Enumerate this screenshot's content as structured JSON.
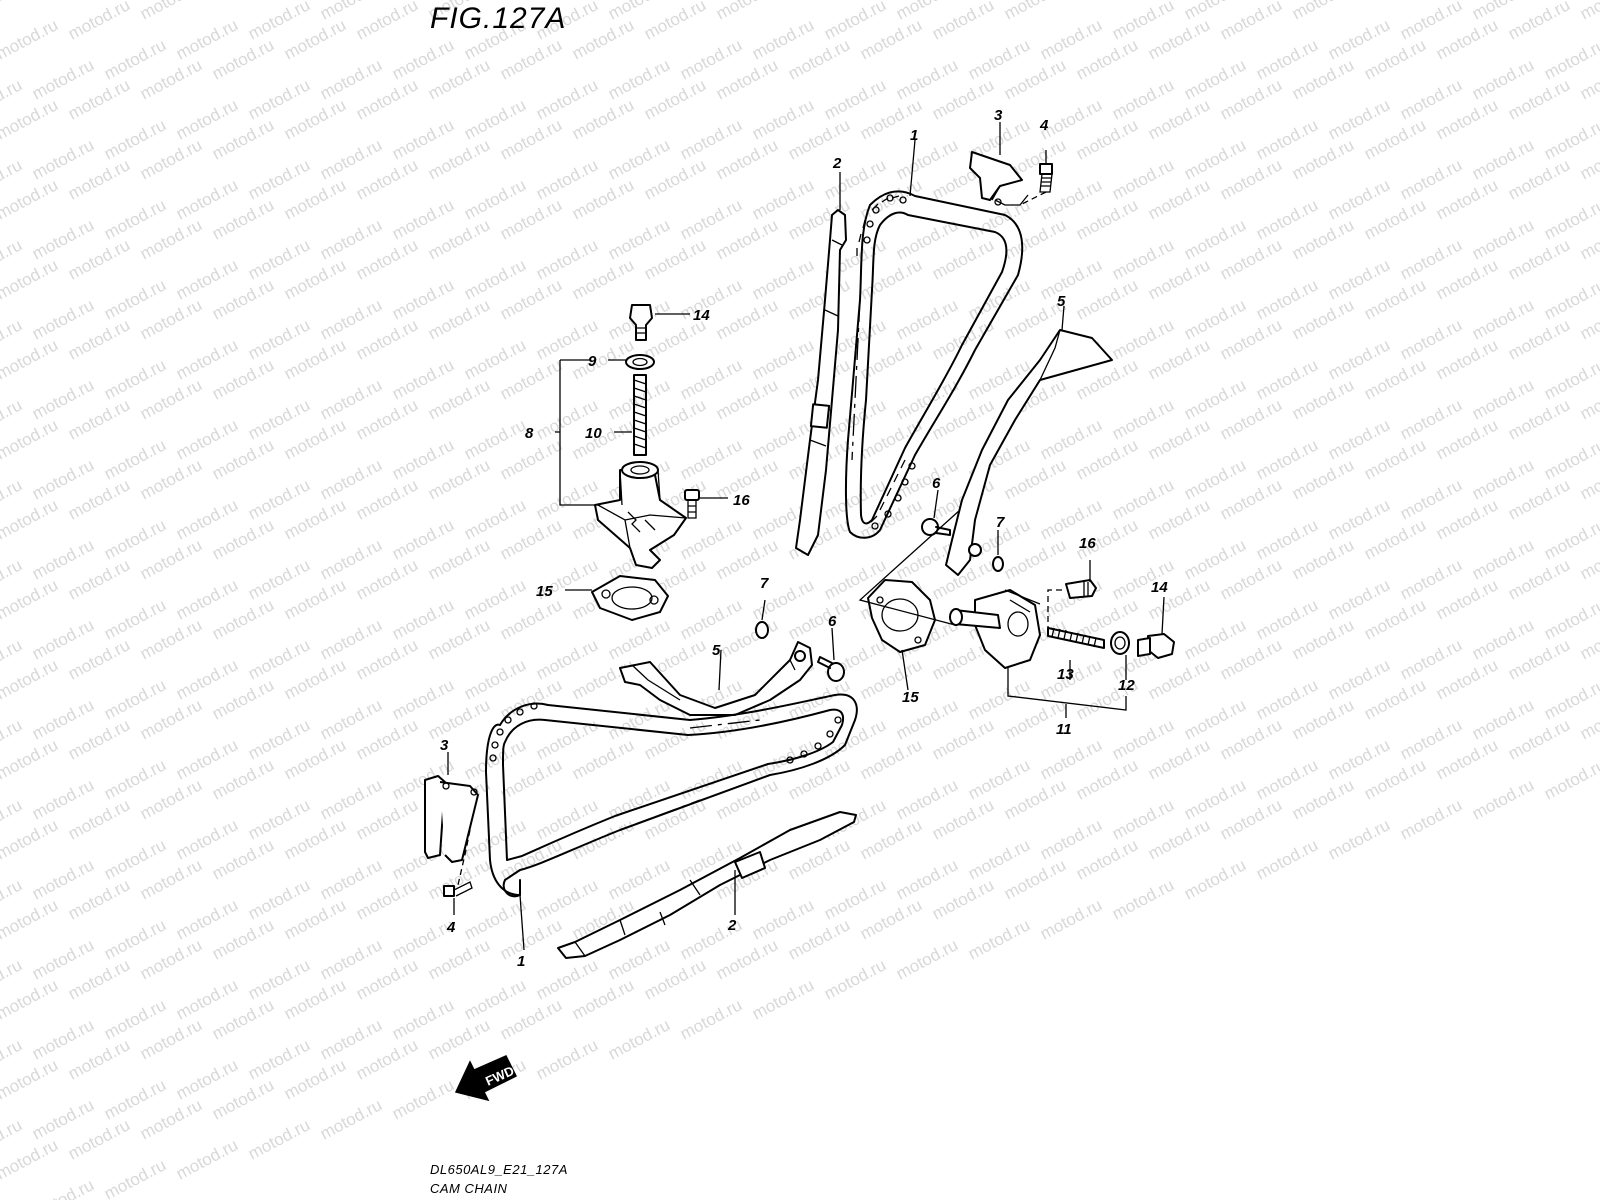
{
  "figure": {
    "title": "FIG.127A",
    "model_code": "DL650AL9_E21_127A",
    "name": "CAM CHAIN"
  },
  "watermark": {
    "text": "motod.ru",
    "color": "#d8d8d8"
  },
  "direction_arrow": {
    "label": "FWD"
  },
  "callouts": {
    "c1_upper": "1",
    "c1_lower": "1",
    "c2_upper": "2",
    "c2_lower": "2",
    "c3_upper": "3",
    "c3_lower": "3",
    "c4_upper": "4",
    "c4_lower": "4",
    "c5_upper": "5",
    "c5_lower": "5",
    "c6_upper": "6",
    "c6_lower": "6",
    "c7_upper": "7",
    "c7_lower": "7",
    "c8": "8",
    "c9": "9",
    "c10": "10",
    "c11": "11",
    "c12": "12",
    "c13": "13",
    "c14_left": "14",
    "c14_right": "14",
    "c15_left": "15",
    "c15_right": "15",
    "c16_left": "16",
    "c16_right": "16"
  }
}
